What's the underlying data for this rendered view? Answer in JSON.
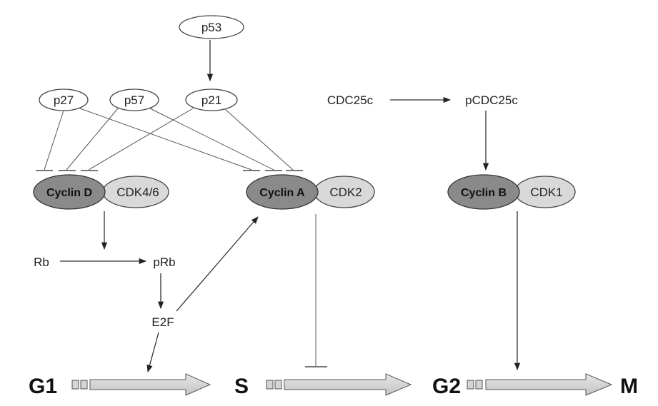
{
  "nodes": {
    "p53": "p53",
    "p27": "p27",
    "p57": "p57",
    "p21": "p21",
    "cdc25c": "CDC25c",
    "pcdc25c": "pCDC25c",
    "cyclin_d": "Cyclin D",
    "cdk46": "CDK4/6",
    "cyclin_a": "Cyclin A",
    "cdk2": "CDK2",
    "cyclin_b": "Cyclin B",
    "cdk1": "CDK1",
    "rb": "Rb",
    "prb": "pRb",
    "e2f": "E2F"
  },
  "phases": {
    "g1": "G1",
    "s": "S",
    "g2": "G2",
    "m": "M"
  },
  "colors": {
    "cyclin_fill": "#8a8a8a",
    "cdk_fill": "#d9d9d9",
    "phase_arrow_fill": "#d4d4d4",
    "inhibitor_bar": "#888888"
  }
}
